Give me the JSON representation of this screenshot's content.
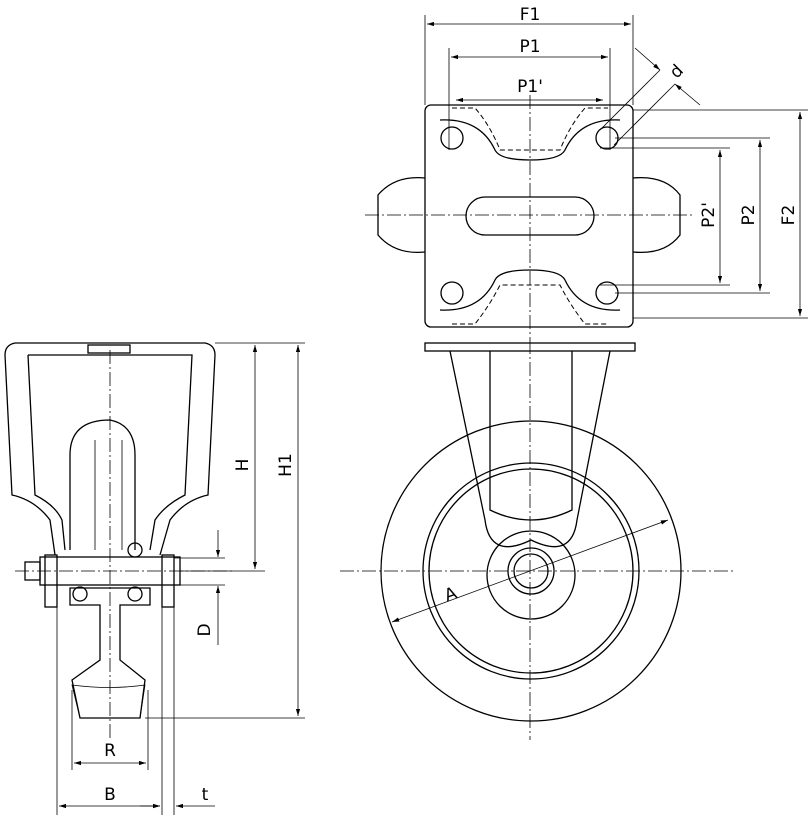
{
  "title": "Fixed caster dimension drawing",
  "labels": {
    "F1": "F1",
    "P1": "P1",
    "P1p": "P1'",
    "d": "d",
    "P2p": "P2'",
    "P2": "P2",
    "F2": "F2",
    "H": "H",
    "H1": "H1",
    "D": "D",
    "A": "A",
    "R": "R",
    "B": "B",
    "t": "t"
  }
}
